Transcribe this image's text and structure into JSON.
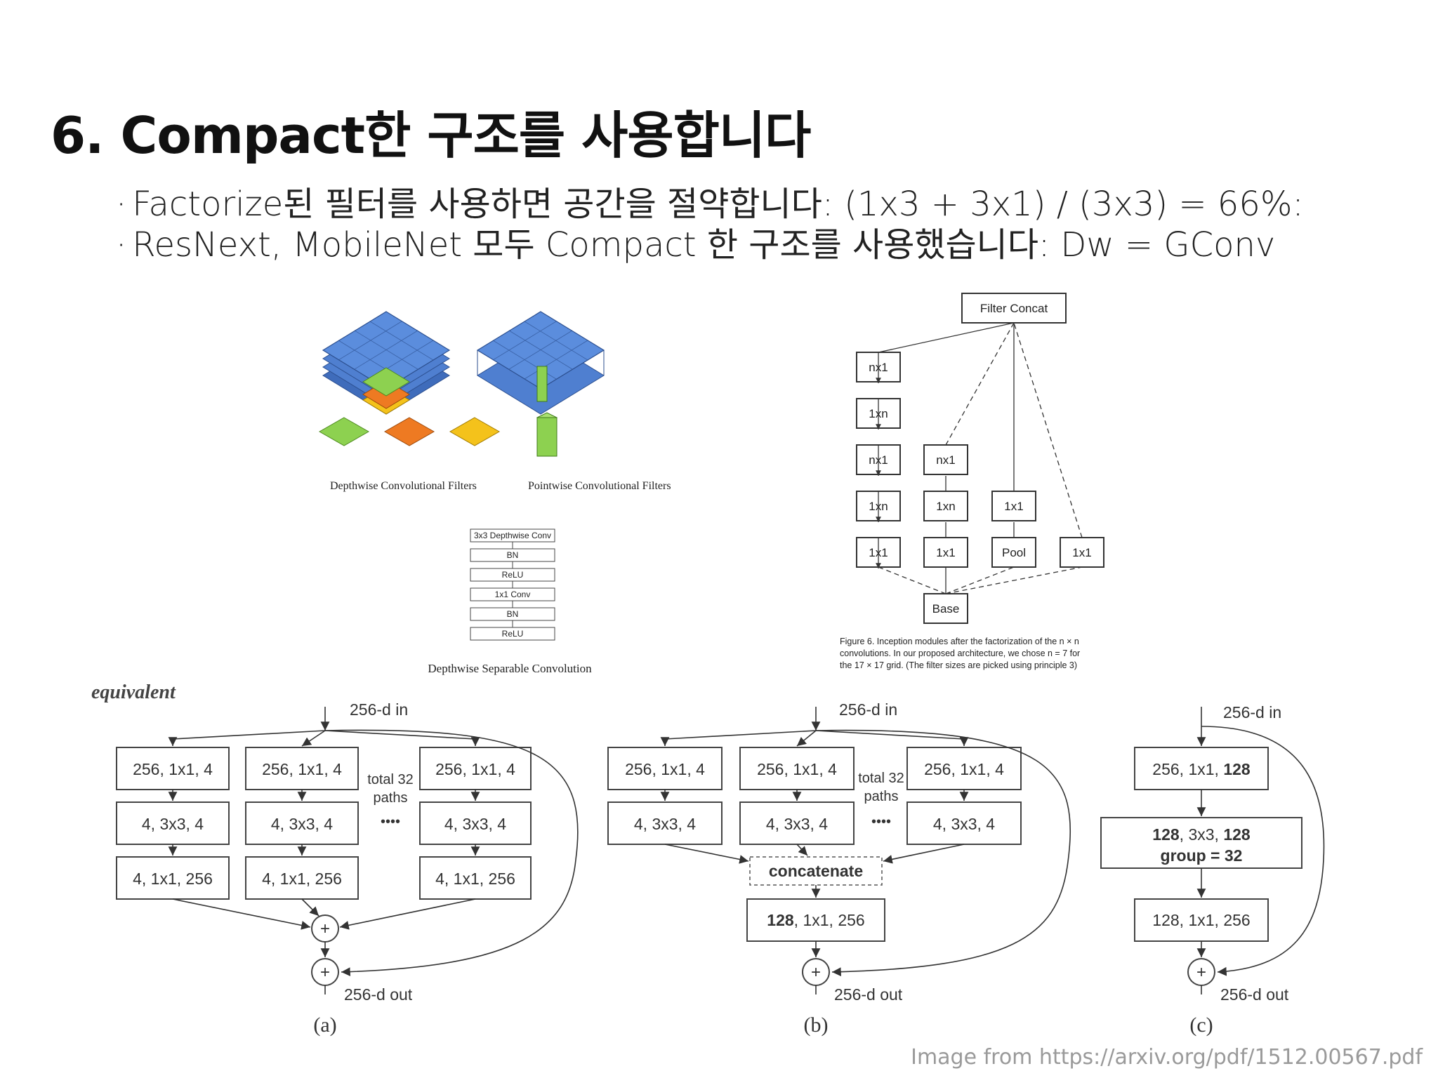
{
  "slide": {
    "title": "6. Compact한 구조를 사용합니다",
    "bullets": [
      "Factorize된 필터를 사용하면 공간을 절약합니다: (1x3 + 3x1) / (3x3) = 66%:",
      "ResNext, MobileNet 모두 Compact 한 구조를 사용했습니다: Dw = GConv"
    ],
    "credit": "Image from https://arxiv.org/pdf/1512.00567.pdf"
  },
  "mobilenet": {
    "depthwise_caption": "Depthwise Convolutional Filters",
    "pointwise_caption": "Pointwise Convolutional Filters",
    "separable_layers": [
      "3x3 Depthwise Conv",
      "BN",
      "ReLU",
      "1x1 Conv",
      "BN",
      "ReLU"
    ],
    "separable_caption": "Depthwise Separable Convolution",
    "colors": {
      "blue": "#4f7fd0",
      "green": "#8dd150",
      "orange": "#ee7a22",
      "yellow": "#f4c21b"
    }
  },
  "inception": {
    "top": "Filter Concat",
    "col1": [
      "nx1",
      "1xn",
      "nx1",
      "1xn",
      "1x1"
    ],
    "col2": [
      "nx1",
      "1xn",
      "1x1"
    ],
    "col3": [
      "1x1",
      "Pool"
    ],
    "col4": [
      "1x1"
    ],
    "base": "Base",
    "caption_lines": [
      "Figure 6. Inception modules after the factorization of the n × n",
      "convolutions. In our proposed architecture, we chose n = 7 for",
      "the 17 × 17 grid. (The filter sizes are picked using principle 3)"
    ]
  },
  "resnext": {
    "equivalent": "equivalent",
    "in_label": "256-d in",
    "out_label": "256-d out",
    "total_paths": [
      "total 32",
      "paths"
    ],
    "dots": "••••",
    "path_boxes": [
      "256, 1x1, 4",
      "4, 3x3, 4",
      "4, 1x1, 256"
    ],
    "concatenate": "concatenate",
    "b_final": {
      "bold": "128",
      "rest": ", 1x1, 256"
    },
    "c_box1": {
      "rest": "256, 1x1, ",
      "bold": "128"
    },
    "c_box2": {
      "bold1": "128",
      "mid": ", 3x3, ",
      "bold2": "128",
      "line2": "group = 32"
    },
    "c_box3": "128, 1x1, 256",
    "plus": "+",
    "labels": [
      "(a)",
      "(b)",
      "(c)"
    ]
  }
}
